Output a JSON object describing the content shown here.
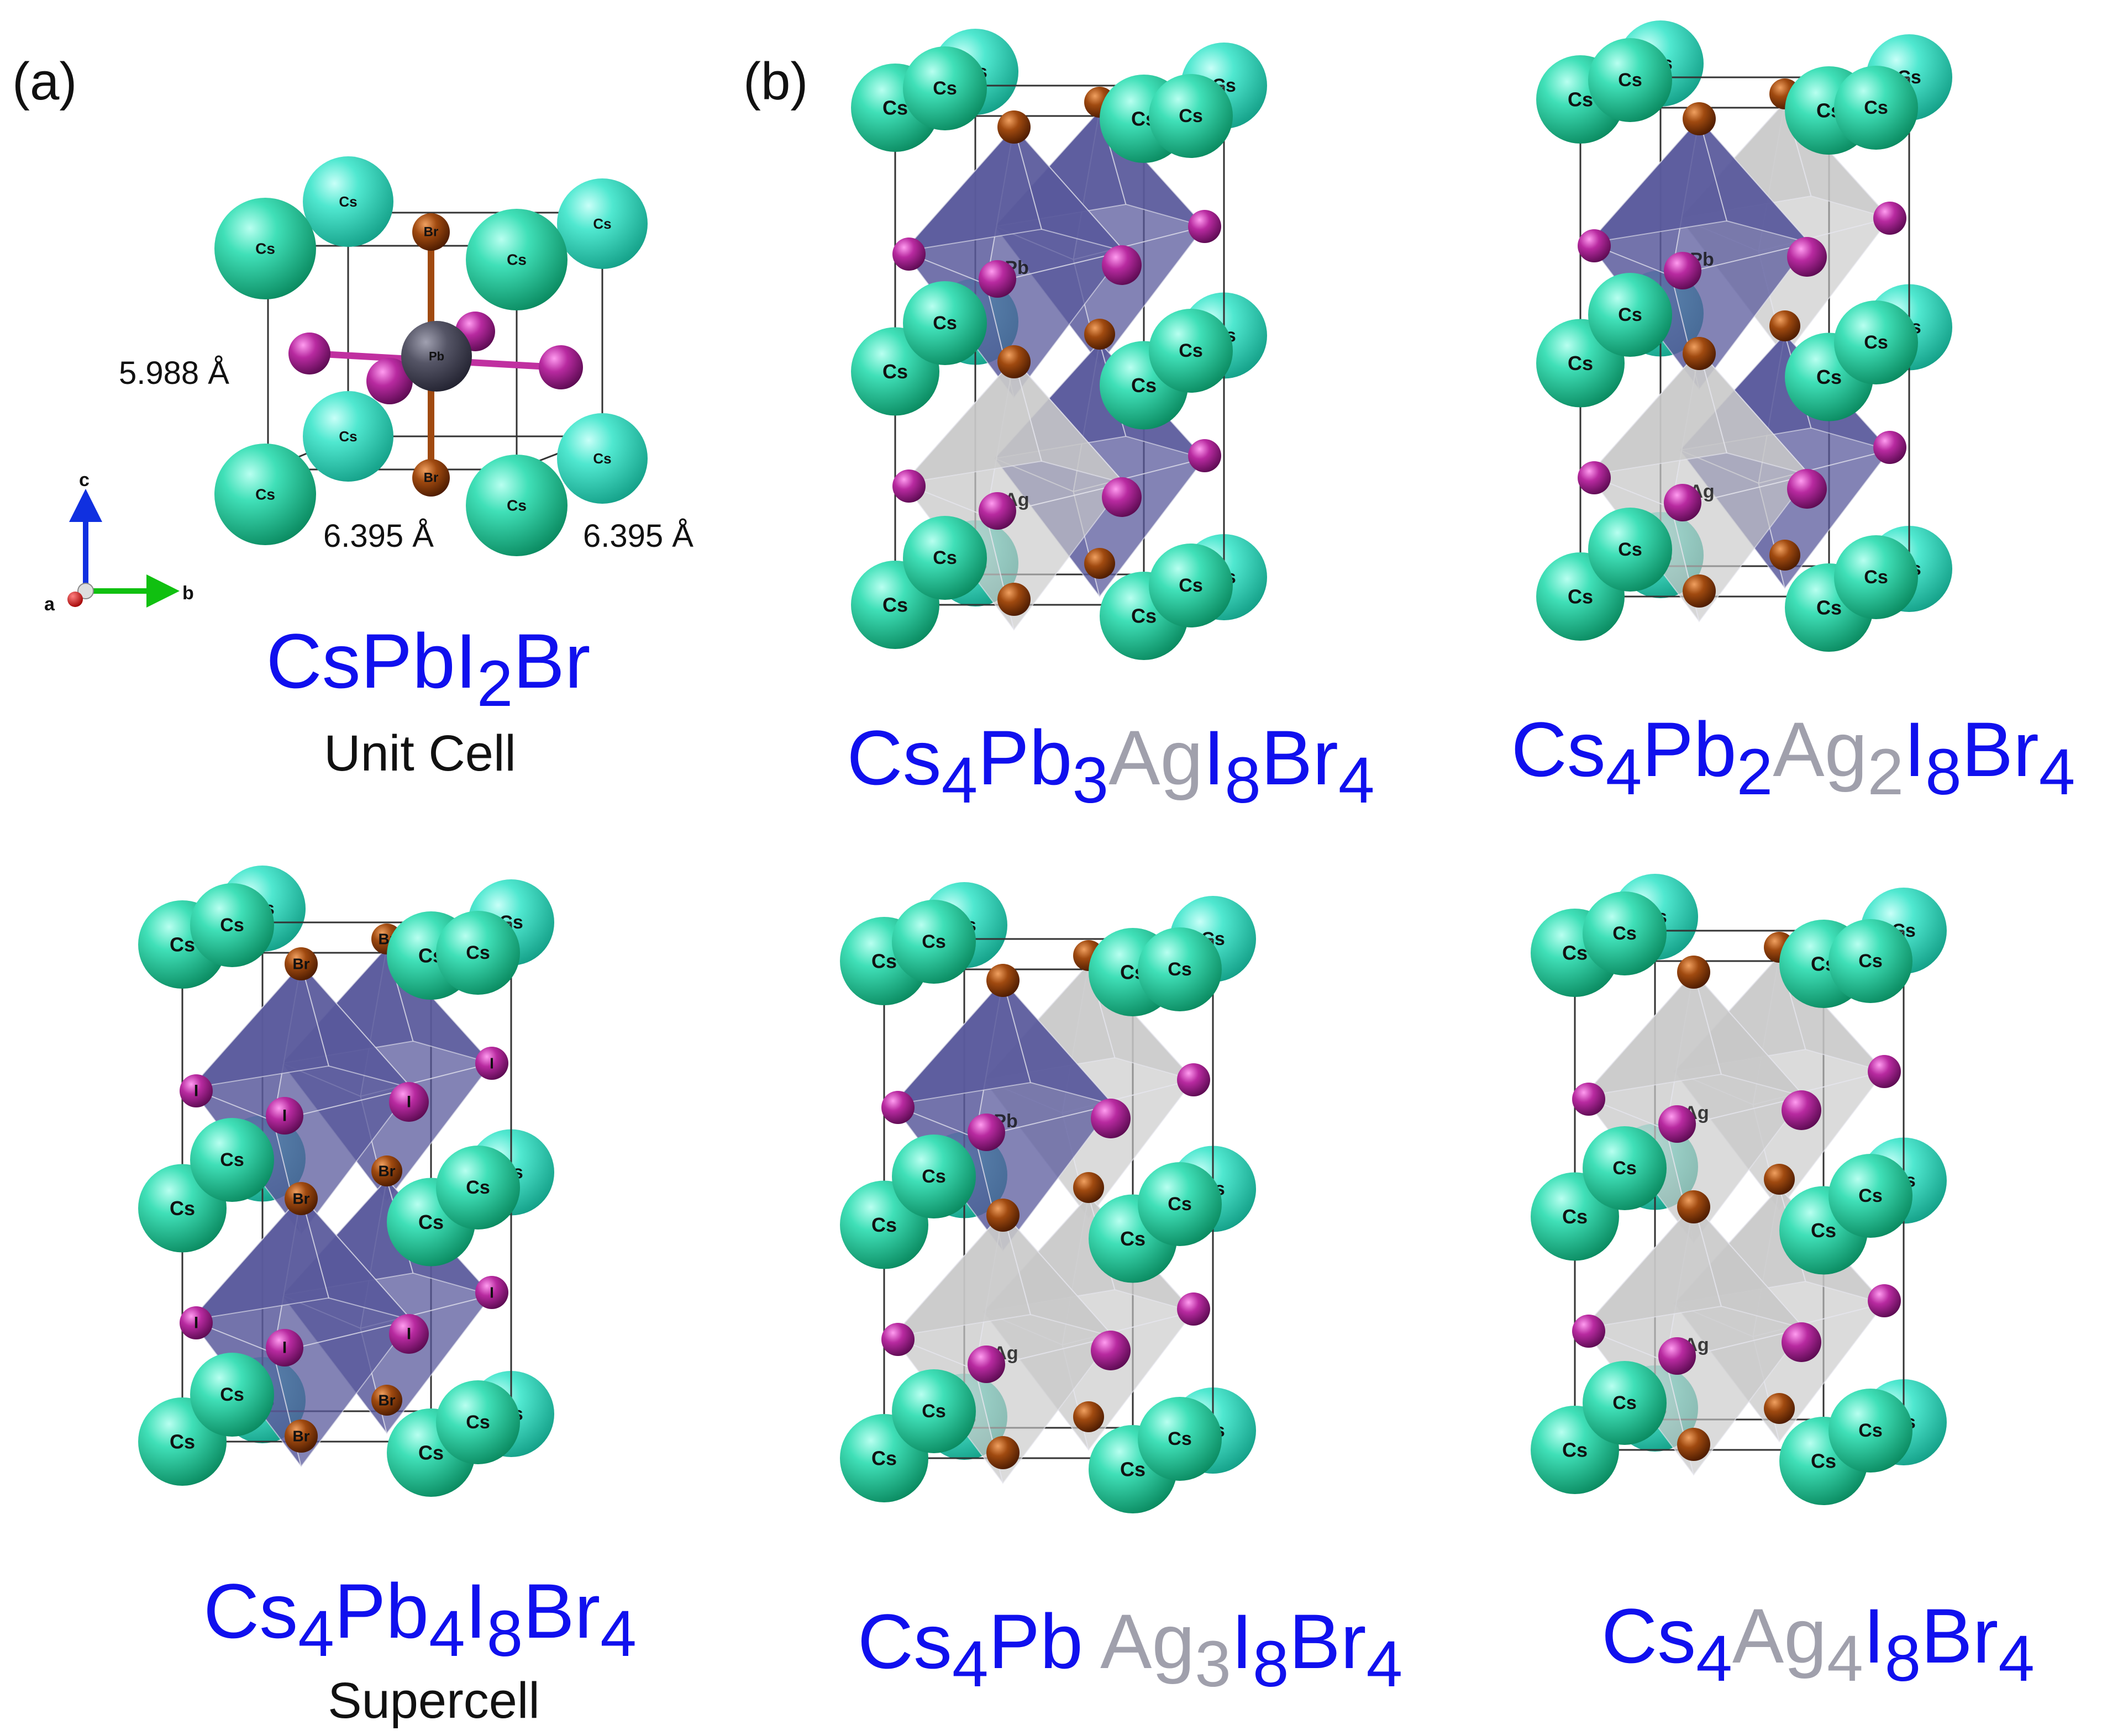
{
  "panel_labels": {
    "a": "(a)",
    "b": "(b)"
  },
  "unit_cell": {
    "formula": {
      "parts": [
        {
          "text": "CsPbI",
          "sub": false,
          "ag": false
        },
        {
          "text": "2",
          "sub": true,
          "ag": false
        },
        {
          "text": "Br",
          "sub": false,
          "ag": false
        }
      ]
    },
    "caption": "Unit Cell",
    "dimensions": {
      "height": "5.988 Å",
      "width_left": "6.395 Å",
      "width_right": "6.395 Å"
    },
    "atom_labels": {
      "cs": "Cs",
      "pb": "Pb",
      "br": "Br"
    },
    "axes": {
      "a": "a",
      "b": "b",
      "c": "c"
    }
  },
  "structures": [
    {
      "id": "supercell",
      "octahedra": [
        "Pb",
        "Pb"
      ],
      "show_atom_labels": true,
      "formula": {
        "parts": [
          {
            "text": "Cs",
            "sub": false,
            "ag": false
          },
          {
            "text": "4",
            "sub": true,
            "ag": false
          },
          {
            "text": "Pb",
            "sub": false,
            "ag": false
          },
          {
            "text": "4",
            "sub": true,
            "ag": false
          },
          {
            "text": "I",
            "sub": false,
            "ag": false
          },
          {
            "text": "8",
            "sub": true,
            "ag": false
          },
          {
            "text": "Br",
            "sub": false,
            "ag": false
          },
          {
            "text": "4",
            "sub": true,
            "ag": false
          }
        ]
      },
      "caption": "Supercell"
    },
    {
      "id": "pb3ag",
      "octahedra": [
        "Pb",
        "Ag"
      ],
      "back_octahedra": [
        "Pb",
        "Pb"
      ],
      "show_atom_labels": false,
      "formula": {
        "parts": [
          {
            "text": "Cs",
            "sub": false,
            "ag": false
          },
          {
            "text": "4",
            "sub": true,
            "ag": false
          },
          {
            "text": "Pb",
            "sub": false,
            "ag": false
          },
          {
            "text": "3",
            "sub": true,
            "ag": false
          },
          {
            "text": "Ag",
            "sub": false,
            "ag": true
          },
          {
            "text": "I",
            "sub": false,
            "ag": false
          },
          {
            "text": "8",
            "sub": true,
            "ag": false
          },
          {
            "text": "Br",
            "sub": false,
            "ag": false
          },
          {
            "text": "4",
            "sub": true,
            "ag": false
          }
        ]
      },
      "caption": ""
    },
    {
      "id": "pb2ag2",
      "octahedra": [
        "Pb",
        "Ag"
      ],
      "back_octahedra": [
        "Ag",
        "Pb"
      ],
      "show_atom_labels": false,
      "formula": {
        "parts": [
          {
            "text": "Cs",
            "sub": false,
            "ag": false
          },
          {
            "text": "4",
            "sub": true,
            "ag": false
          },
          {
            "text": "Pb",
            "sub": false,
            "ag": false
          },
          {
            "text": "2",
            "sub": true,
            "ag": false
          },
          {
            "text": "Ag",
            "sub": false,
            "ag": true
          },
          {
            "text": "2",
            "sub": true,
            "ag": true
          },
          {
            "text": "I",
            "sub": false,
            "ag": false
          },
          {
            "text": "8",
            "sub": true,
            "ag": false
          },
          {
            "text": "Br",
            "sub": false,
            "ag": false
          },
          {
            "text": "4",
            "sub": true,
            "ag": false
          }
        ]
      },
      "caption": ""
    },
    {
      "id": "pbag3",
      "octahedra": [
        "Pb",
        "Ag"
      ],
      "back_octahedra": [
        "Ag",
        "Ag"
      ],
      "show_atom_labels": false,
      "formula": {
        "parts": [
          {
            "text": "Cs",
            "sub": false,
            "ag": false
          },
          {
            "text": "4",
            "sub": true,
            "ag": false
          },
          {
            "text": "Pb ",
            "sub": false,
            "ag": false
          },
          {
            "text": "Ag",
            "sub": false,
            "ag": true
          },
          {
            "text": "3",
            "sub": true,
            "ag": true
          },
          {
            "text": "I",
            "sub": false,
            "ag": false
          },
          {
            "text": "8",
            "sub": true,
            "ag": false
          },
          {
            "text": "Br",
            "sub": false,
            "ag": false
          },
          {
            "text": "4",
            "sub": true,
            "ag": false
          }
        ]
      },
      "caption": ""
    },
    {
      "id": "ag4",
      "octahedra": [
        "Ag",
        "Ag"
      ],
      "back_octahedra": [
        "Ag",
        "Ag"
      ],
      "show_atom_labels": false,
      "formula": {
        "parts": [
          {
            "text": "Cs",
            "sub": false,
            "ag": false
          },
          {
            "text": "4",
            "sub": true,
            "ag": false
          },
          {
            "text": "Ag",
            "sub": false,
            "ag": true
          },
          {
            "text": "4",
            "sub": true,
            "ag": true
          },
          {
            "text": "I",
            "sub": false,
            "ag": false
          },
          {
            "text": "8",
            "sub": true,
            "ag": false
          },
          {
            "text": "Br",
            "sub": false,
            "ag": false
          },
          {
            "text": "4",
            "sub": true,
            "ag": false
          }
        ]
      },
      "caption": ""
    }
  ],
  "atom_text": {
    "cs": "Cs",
    "pb": "Pb",
    "ag": "Ag",
    "br": "Br",
    "i": "I"
  },
  "colors": {
    "cs": "#20c890",
    "cs_light": "#40e0c0",
    "pb_oct": "#5a5a9c",
    "ag_oct": "#c8c8c8",
    "i": "#a0208c",
    "br": "#a04a10",
    "pb_atom": "#555566",
    "formula_blue": "#1010ee",
    "formula_ag": "#a0a0ac"
  }
}
